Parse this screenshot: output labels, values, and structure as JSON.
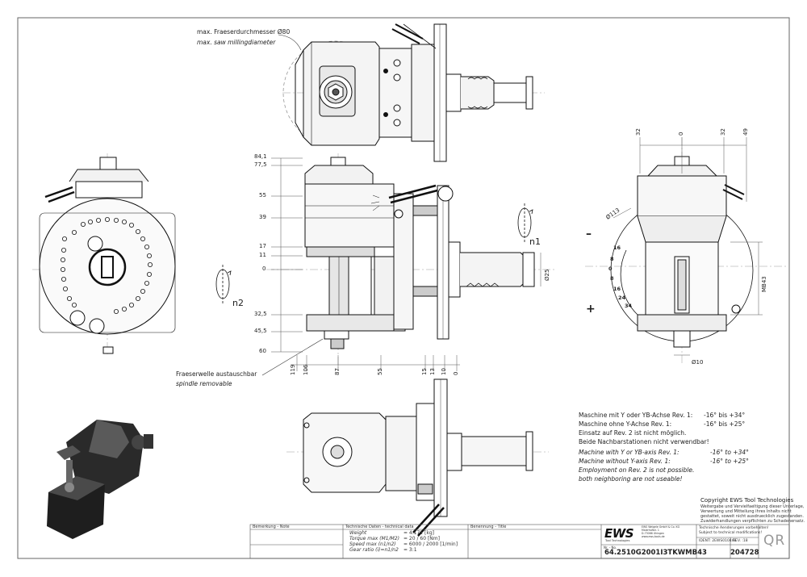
{
  "drawing": {
    "top_note_de": "max. Fraeserdurchmesser Ø80",
    "top_note_en": "max. saw millingdiameter",
    "spindle_note_de": "Fraeserwelle austauschbar",
    "spindle_note_en": "spindle removable",
    "rotation_labels": {
      "n1": "n1",
      "n2": "n2"
    },
    "vertical_dims": [
      "84,1",
      "77,5",
      "55",
      "39",
      "17",
      "11",
      "0",
      "32,5",
      "45,5",
      "60"
    ],
    "horizontal_dims": [
      "119",
      "106",
      "87",
      "55",
      "15",
      "13",
      "10",
      "0"
    ],
    "shank_dia": "Ø25",
    "right_view": {
      "top_dims": [
        "32",
        "0",
        "32",
        "49"
      ],
      "dia_circle": "Ø113",
      "mb_label": "MB43",
      "bottom_dia": "Ø10",
      "minus": "–",
      "plus": "+",
      "scale_marks": [
        "16",
        "8",
        "0",
        "8",
        "16",
        "24",
        "34"
      ]
    }
  },
  "notes": {
    "de": [
      {
        "a": "Maschine mit Y oder YB-Achse Rev. 1:",
        "b": "-16° bis +34°"
      },
      {
        "a": "Maschine ohne Y-Achse        Rev. 1:",
        "b": "-16° bis +25°"
      },
      {
        "a": "Einsatz auf Rev. 2 ist nicht möglich.",
        "b": ""
      },
      {
        "a": "Beide Nachbarstationen nicht verwendbar!",
        "b": ""
      }
    ],
    "en": [
      {
        "a": "Machine with Y or YB-axis     Rev. 1:",
        "b": "-16° to +34°"
      },
      {
        "a": "Machine without Y-axis        Rev. 1:",
        "b": "-16° to +25°"
      },
      {
        "a": "Employment on Rev. 2 is not possible.",
        "b": ""
      },
      {
        "a": "both neighboring are not useable!",
        "b": ""
      }
    ]
  },
  "copyright": {
    "title": "Copyright EWS Tool Technologies",
    "lines": [
      "Weitergabe und Vervielfaeltigung dieser Unterlage,",
      "Verwertung und Mitteilung ihres Inhalts nicht",
      "gestattet, soweit nicht ausdruecklich zugestanden.",
      "Zuwiderhandlungen verpflichten zu Schadenersatz."
    ]
  },
  "title_block": {
    "bemerkung": "Bemerkung - Note",
    "tech_header": "Technische Daten - technical data",
    "specs": [
      {
        "label": "Weight",
        "value": "= 4.171 [kg]"
      },
      {
        "label": "Torque max (M1/M2)",
        "value": "= 20 / 60 [Nm]"
      },
      {
        "label": "Speed max (n1/n2)",
        "value": "= 6000 / 2000 [1/min]"
      },
      {
        "label": "Gear ratio (i)=n1/n2",
        "value": "= 3:1"
      }
    ],
    "benennung": "Benennung - Title",
    "logo": "EWS",
    "logo_sub": "Tool Technologies",
    "company_lines": [
      "EWS Weigele GmbH & Co. KG",
      "Maierhofstr. 1",
      "D-73066 Uhingen",
      "www.ews-tools.de"
    ],
    "change_lines": [
      "Technische Aenderungen vorbehalten!",
      "Subject to technical modifications!"
    ],
    "ident_label": "IDENT: 2EWS010448",
    "rev_label": "REV. :18",
    "nr_label": "Nr. - No.",
    "part_number": "64.2510G2001I3TKWMB43",
    "drawing_number": "204728",
    "qr_text": "QR"
  }
}
